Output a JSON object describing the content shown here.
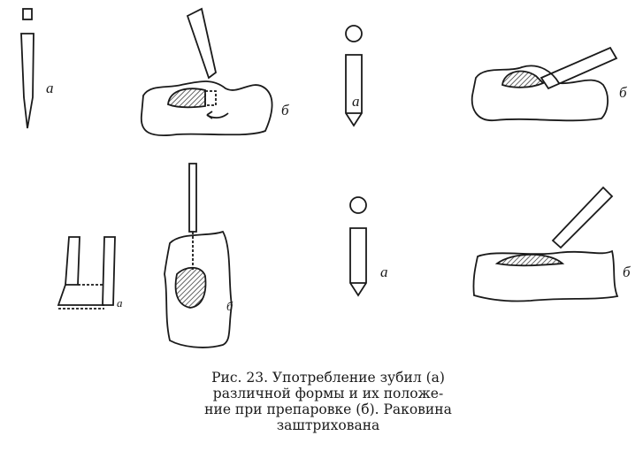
{
  "figure": {
    "labels": {
      "a": "а",
      "b": "б"
    },
    "caption": {
      "lines": [
        "Рис. 23. Употребление зубил (а)",
        "различной формы и их положе-",
        "ние при препаровке (б). Раковина",
        "заштрихована"
      ]
    }
  }
}
